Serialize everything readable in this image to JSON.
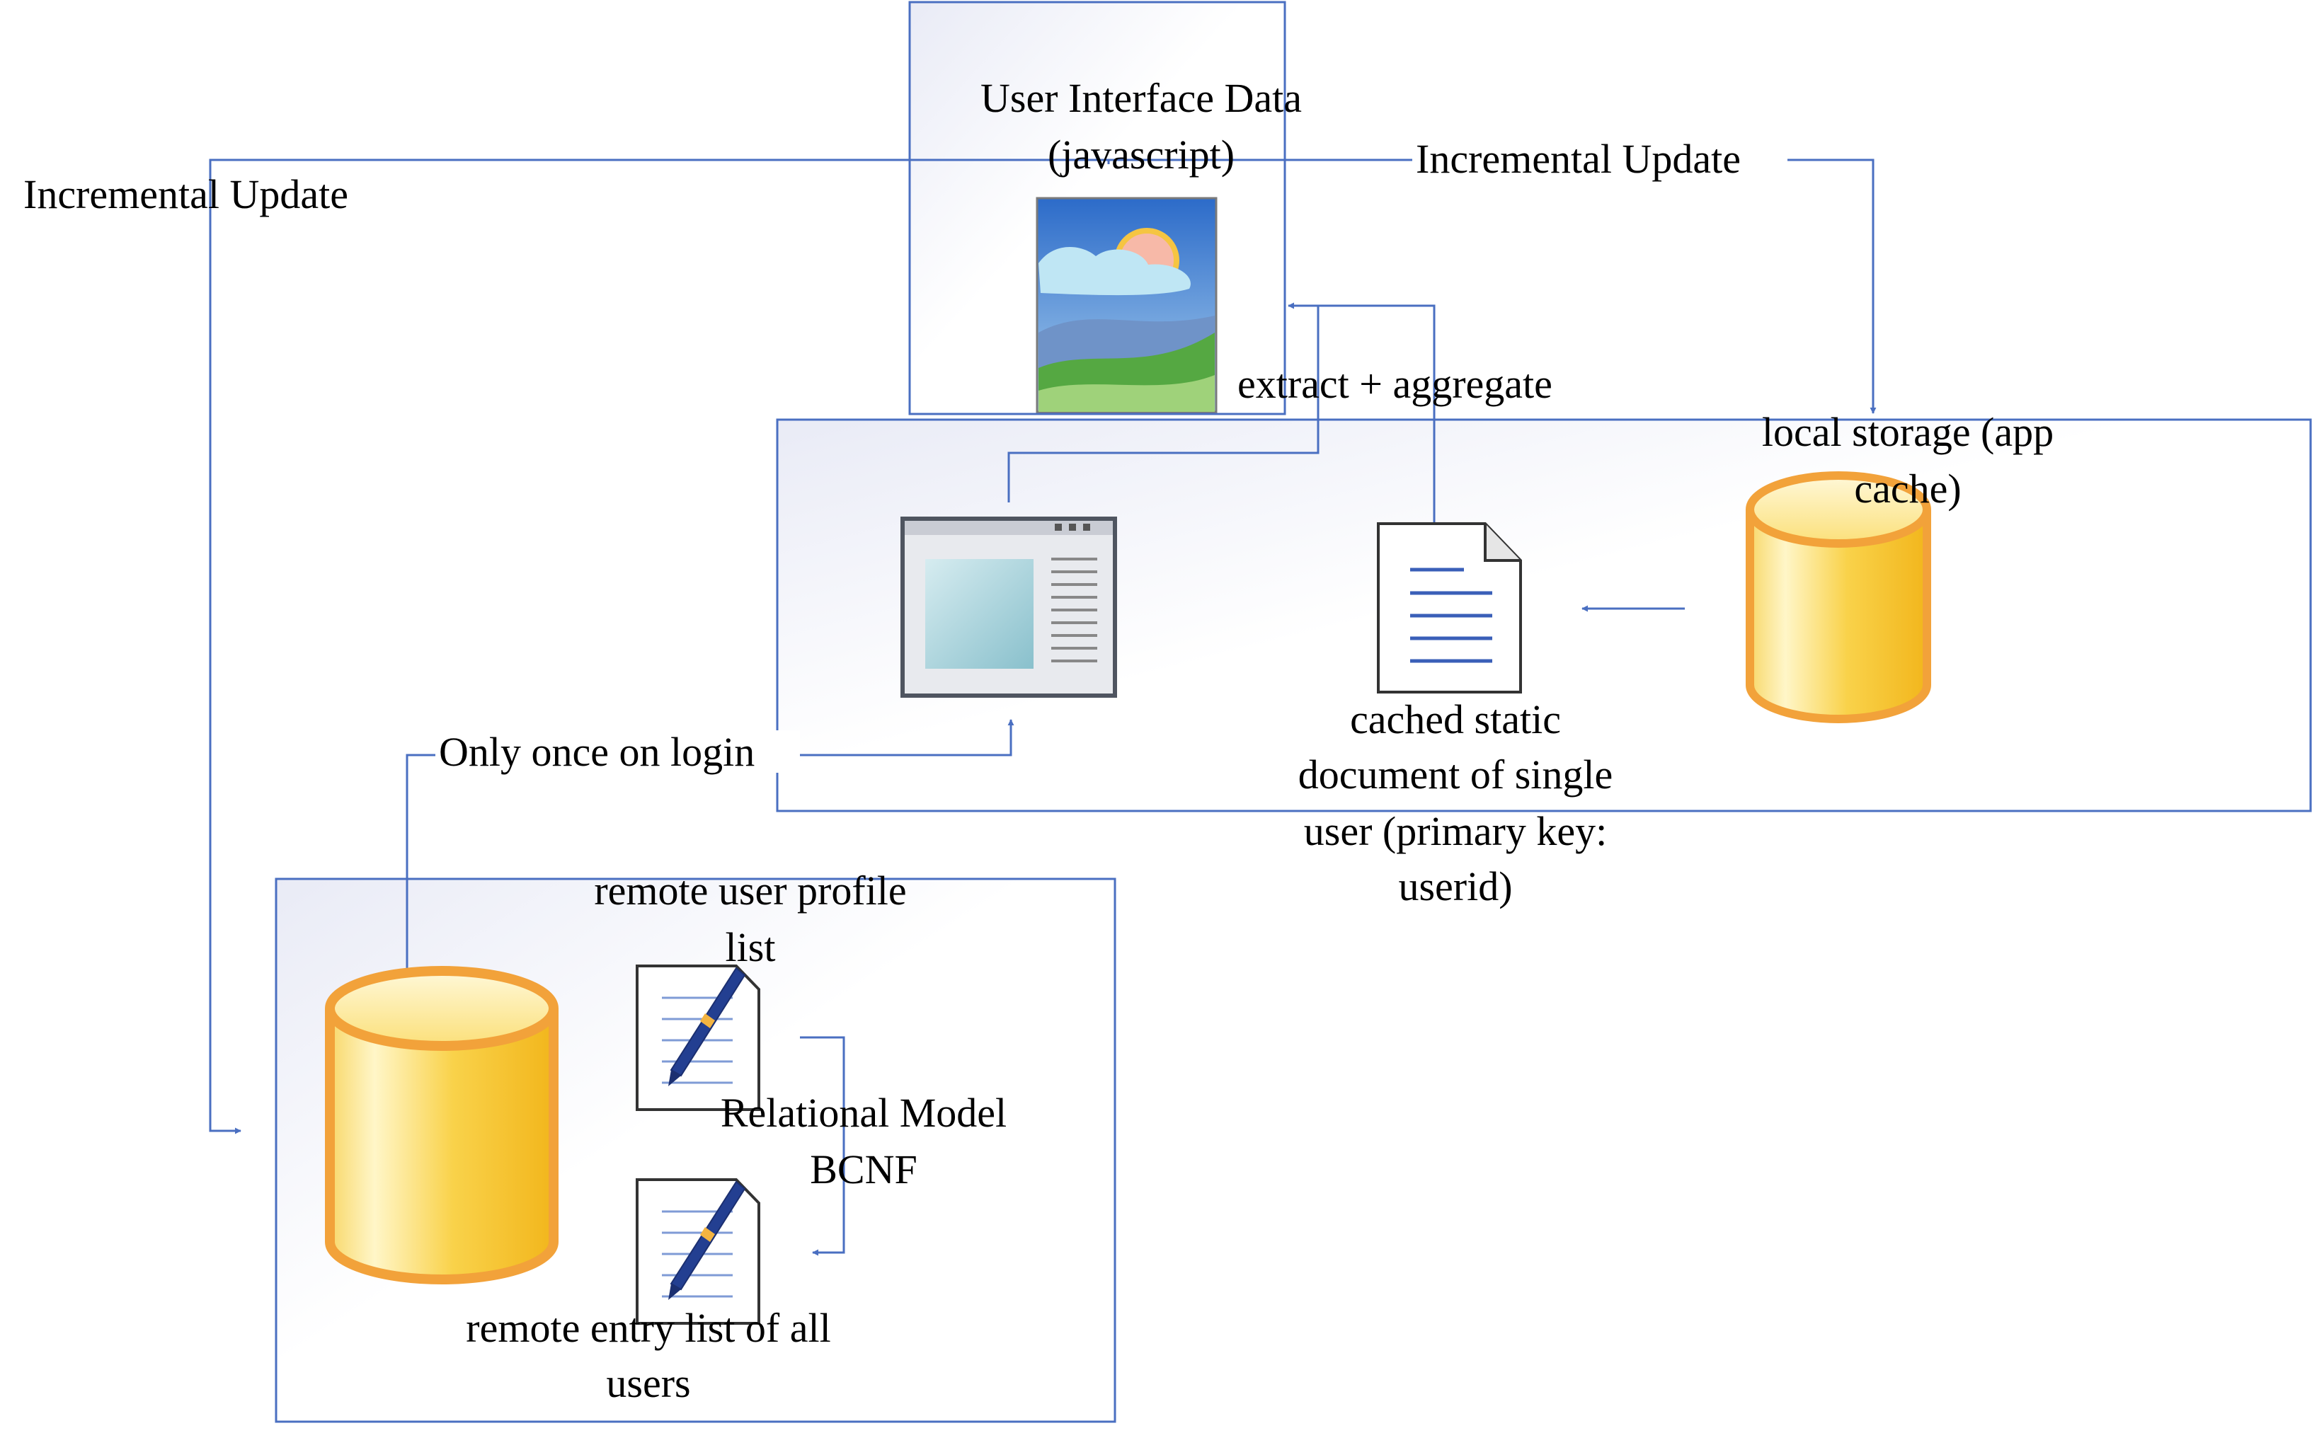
{
  "colors": {
    "line": "#4a6fc1",
    "panel_border": "#4a6fc1",
    "db_body": "#f7c928",
    "db_rim": "#f2a23a"
  },
  "ui_panel": {
    "label_line1": "User Interface Data",
    "label_line2": "(javascript)",
    "icon": "landscape-image-icon"
  },
  "edges": {
    "incremental_left": "Incremental Update",
    "incremental_right": "Incremental Update",
    "extract": "extract + aggregate",
    "login": "Only once on login"
  },
  "client_panel": {
    "browser_icon": "browser-window-icon",
    "document_icon": "document-icon",
    "document_label": [
      "cached static",
      "document of single",
      "user (primary key:",
      "userid)"
    ],
    "storage_icon": "database-icon",
    "storage_label": [
      "local storage (app",
      "cache)"
    ]
  },
  "server_panel": {
    "db_icon": "database-icon",
    "profile_icon": "document-pen-icon",
    "profile_label": [
      "remote user profile",
      "list"
    ],
    "model_label": [
      "Relational Model",
      "BCNF"
    ],
    "entry_icon": "document-pen-icon",
    "entry_label": [
      "remote entry list of all",
      "users"
    ]
  }
}
